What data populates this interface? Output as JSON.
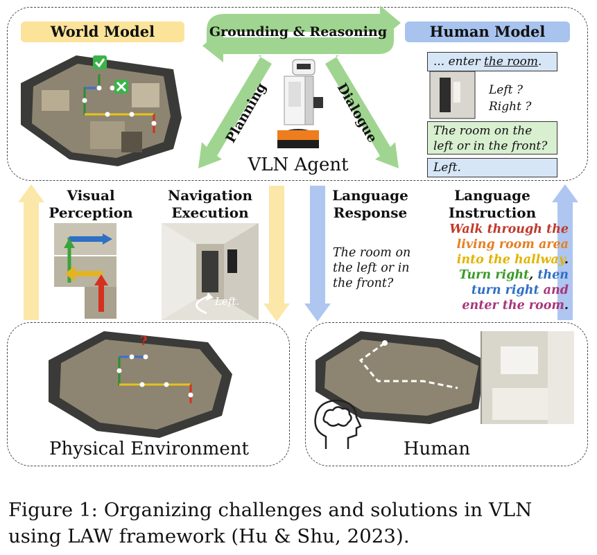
{
  "labels": {
    "world_model": "World Model",
    "grounding": "Grounding & Reasoning",
    "human_model": "Human Model",
    "planning": "Planning",
    "dialogue": "Dialogue",
    "vln_agent": "VLN Agent",
    "visual_perception_1": "Visual",
    "visual_perception_2": "Perception",
    "navigation_execution_1": "Navigation",
    "navigation_execution_2": "Execution",
    "language_response_1": "Language",
    "language_response_2": "Response",
    "language_instruction_1": "Language",
    "language_instruction_2": "Instruction",
    "physical_environment": "Physical Environment",
    "human": "Human",
    "left_marker": "Left.",
    "question_mark": "?"
  },
  "dialogue": {
    "agent_msg_1_prefix": "... enter ",
    "agent_msg_1_underlined": "the room",
    "agent_msg_1_suffix": ".",
    "agent_thought_1": "Left ?",
    "agent_thought_2": "Right ?",
    "human_msg_line1": "The room on the",
    "human_msg_line2": "left or in the front?",
    "agent_msg_2": "Left."
  },
  "response_text": {
    "line1": "The room on",
    "line2": "the left or in",
    "line3": "the front?"
  },
  "instruction": {
    "p1": "Walk through the",
    "p2": "living room area",
    "p3": "into the hallway",
    "p3_end": ".",
    "p4": "Turn right",
    "p4_sep": ", ",
    "p5": "then",
    "p6": "turn right",
    "p6_sep": " and",
    "p7": "enter the room",
    "p7_end": "."
  },
  "caption": {
    "line1": "Figure 1: Organizing challenges and solutions in VLN",
    "line2": "using LAW framework (Hu & Shu, 2023)."
  },
  "colors": {
    "yellow_pill": "#fbe39a",
    "blue_pill": "#a8c3ee",
    "green_arrow": "#9fd590",
    "yellow_arrow": "#fbe7a8",
    "blue_arrow": "#aec6f0",
    "bubble_blue": "#d6e6f6",
    "bubble_green": "#d8efd0",
    "instr_red": "#c0392b",
    "instr_orange": "#e67e22",
    "instr_yellow": "#e1b400",
    "instr_green": "#3a9a2a",
    "instr_blue": "#2f6fc4",
    "instr_purple": "#a9367a"
  }
}
